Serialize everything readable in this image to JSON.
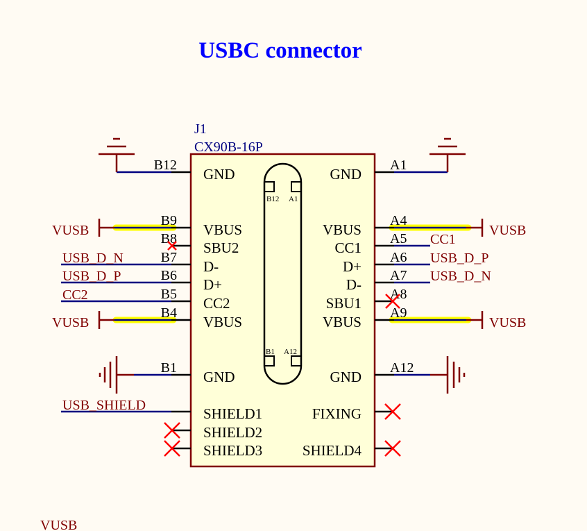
{
  "title": "USBC connector",
  "component": {
    "designator": "J1",
    "part": "CX90B-16P"
  },
  "colors": {
    "title": "#0000ff",
    "wire": "#000080",
    "power": "#800000",
    "body": "#ffffd8",
    "no_connect": "#ff0000",
    "highlight": "#ffff00"
  },
  "left_pins": [
    {
      "num": "B12",
      "name": "GND"
    },
    {
      "num": "B9",
      "name": "VBUS"
    },
    {
      "num": "B8",
      "name": "SBU2"
    },
    {
      "num": "B7",
      "name": "D-"
    },
    {
      "num": "B6",
      "name": "D+"
    },
    {
      "num": "B5",
      "name": "CC2"
    },
    {
      "num": "B4",
      "name": "VBUS"
    },
    {
      "num": "B1",
      "name": "GND"
    },
    {
      "num": "",
      "name": "SHIELD1"
    },
    {
      "num": "",
      "name": "SHIELD2"
    },
    {
      "num": "",
      "name": "SHIELD3"
    }
  ],
  "right_pins": [
    {
      "num": "A1",
      "name": "GND"
    },
    {
      "num": "A4",
      "name": "VBUS"
    },
    {
      "num": "A5",
      "name": "CC1"
    },
    {
      "num": "A6",
      "name": "D+"
    },
    {
      "num": "A7",
      "name": "D-"
    },
    {
      "num": "A8",
      "name": "SBU1"
    },
    {
      "num": "A9",
      "name": "VBUS"
    },
    {
      "num": "A12",
      "name": "GND"
    },
    {
      "num": "",
      "name": "FIXING"
    },
    {
      "num": "",
      "name": "SHIELD4"
    }
  ],
  "inner_labels": [
    "B12",
    "A1",
    "B1",
    "A12"
  ],
  "nets": {
    "left_vusb_1": "VUSB",
    "left_d_n": "USB_D_N",
    "left_d_p": "USB_D_P",
    "left_cc2": "CC2",
    "left_vusb_2": "VUSB",
    "left_shield": "USB_SHIELD",
    "right_vusb_1": "VUSB",
    "right_cc1": "CC1",
    "right_d_p": "USB_D_P",
    "right_d_n": "USB_D_N",
    "right_vusb_2": "VUSB",
    "bottom_partial": "VUSB"
  }
}
